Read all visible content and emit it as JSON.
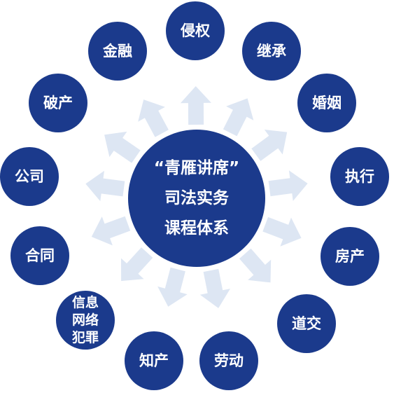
{
  "diagram": {
    "center": {
      "lines": [
        "“青雁讲席”",
        "司法实务",
        "课程体系"
      ]
    },
    "topics": [
      {
        "id": "infringement",
        "lines": [
          "侵权"
        ]
      },
      {
        "id": "inheritance",
        "lines": [
          "继承"
        ]
      },
      {
        "id": "marriage",
        "lines": [
          "婚姻"
        ]
      },
      {
        "id": "enforcement",
        "lines": [
          "执行"
        ]
      },
      {
        "id": "real-estate",
        "lines": [
          "房产"
        ]
      },
      {
        "id": "traffic",
        "lines": [
          "道交"
        ]
      },
      {
        "id": "labor",
        "lines": [
          "劳动"
        ]
      },
      {
        "id": "ip",
        "lines": [
          "知产"
        ]
      },
      {
        "id": "cybercrime",
        "lines": [
          "信息",
          "网络",
          "犯罪"
        ]
      },
      {
        "id": "contract",
        "lines": [
          "合同"
        ]
      },
      {
        "id": "company",
        "lines": [
          "公司"
        ]
      },
      {
        "id": "bankruptcy",
        "lines": [
          "破产"
        ]
      },
      {
        "id": "finance",
        "lines": [
          "金融"
        ]
      }
    ],
    "colors": {
      "node_fill": "#1b3a8c",
      "arrow_fill": "#dde6f3",
      "text": "#ffffff"
    }
  }
}
